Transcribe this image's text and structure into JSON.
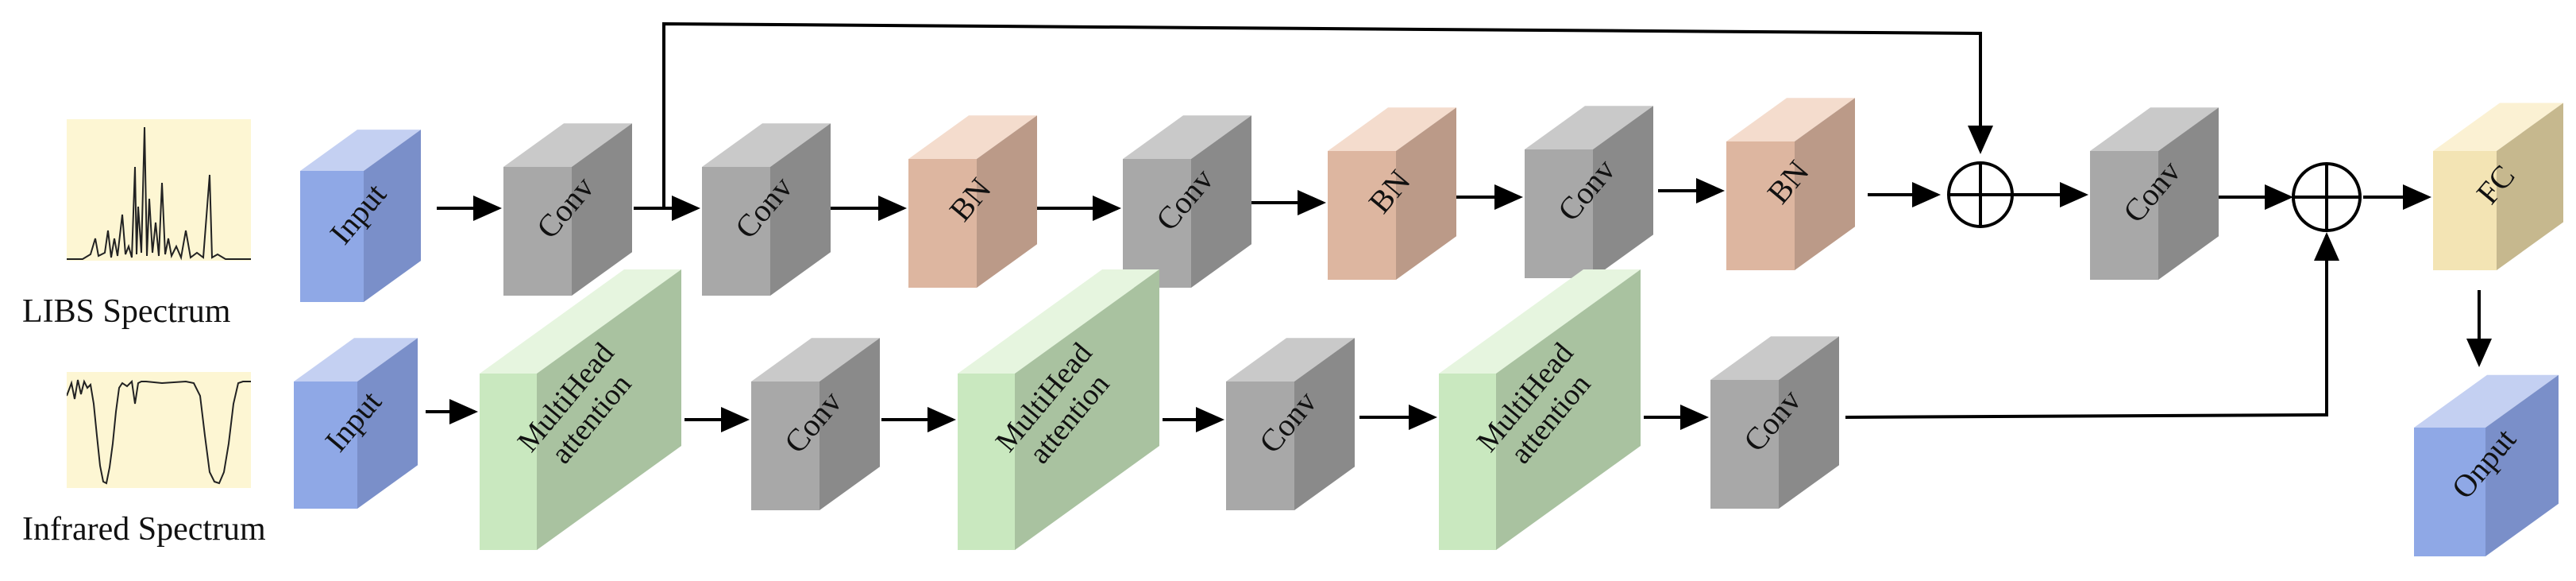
{
  "spectra": {
    "libs": {
      "label": "LIBS Spectrum"
    },
    "infrared": {
      "label": "Infrared Spectrum"
    }
  },
  "blocks": [
    {
      "id": "input-top",
      "label": "Input",
      "kind": "input"
    },
    {
      "id": "conv-1",
      "label": "Conv",
      "kind": "conv"
    },
    {
      "id": "conv-2",
      "label": "Conv",
      "kind": "conv"
    },
    {
      "id": "bn-1",
      "label": "BN",
      "kind": "bn"
    },
    {
      "id": "conv-3",
      "label": "Conv",
      "kind": "conv"
    },
    {
      "id": "bn-2",
      "label": "BN",
      "kind": "bn"
    },
    {
      "id": "conv-4",
      "label": "Conv",
      "kind": "conv"
    },
    {
      "id": "bn-3",
      "label": "BN",
      "kind": "bn"
    },
    {
      "id": "conv-5",
      "label": "Conv",
      "kind": "conv"
    },
    {
      "id": "fc",
      "label": "FC",
      "kind": "fc"
    },
    {
      "id": "output",
      "label": "Onput",
      "kind": "input"
    },
    {
      "id": "input-bottom",
      "label": "Input",
      "kind": "input"
    },
    {
      "id": "mha-1",
      "label": "MultiHead attention",
      "kind": "attn"
    },
    {
      "id": "conv-6",
      "label": "Conv",
      "kind": "conv"
    },
    {
      "id": "mha-2",
      "label": "MultiHead attention",
      "kind": "attn"
    },
    {
      "id": "conv-7",
      "label": "Conv",
      "kind": "conv"
    },
    {
      "id": "mha-3",
      "label": "MultiHead attention",
      "kind": "attn"
    },
    {
      "id": "conv-8",
      "label": "Conv",
      "kind": "conv"
    }
  ],
  "colors": {
    "input": {
      "front": "#8fa8e6",
      "side": "#7a8fc9",
      "top": "#c4d0f2"
    },
    "conv": {
      "front": "#a8a8a8",
      "side": "#8a8a8a",
      "top": "#c9c9c9"
    },
    "bn": {
      "front": "#ddb6a0",
      "side": "#bb9a88",
      "top": "#f4dccd"
    },
    "attn": {
      "front": "#c9e8bf",
      "side": "#a9c2a0",
      "top": "#e6f5df"
    },
    "fc": {
      "front": "#f3e4b4",
      "side": "#c6b88e",
      "top": "#fbf1d3"
    },
    "arrow": "#000000"
  }
}
